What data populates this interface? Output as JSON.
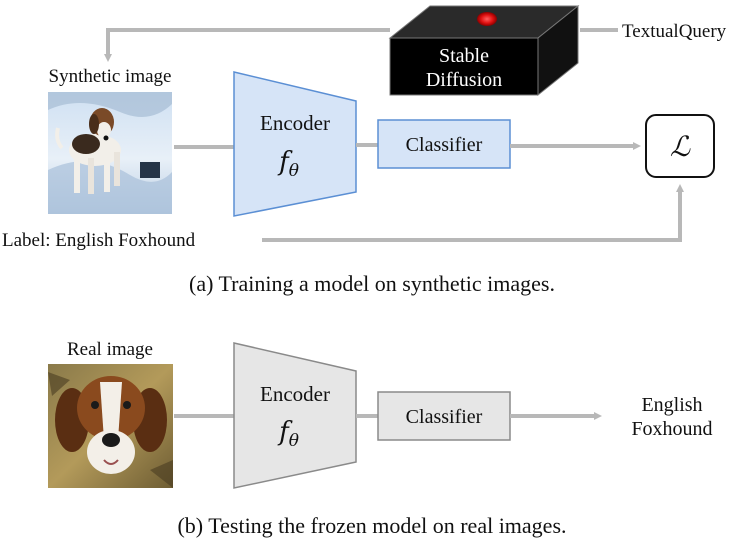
{
  "panel_a": {
    "query_label": "TextualQuery",
    "generator_line1": "Stable",
    "generator_line2": "Diffusion",
    "synthetic_image_label": "Synthetic image",
    "encoder_label": "Encoder",
    "encoder_symbol": "f",
    "encoder_subscript": "θ",
    "classifier_label": "Classifier",
    "loss_symbol": "ℒ",
    "label_text": "Label: English Foxhound",
    "caption": "(a) Training a model on synthetic images.",
    "encoder_color": "#d6e4f7",
    "encoder_border": "#5b8fd4"
  },
  "panel_b": {
    "real_image_label": "Real image",
    "encoder_label": "Encoder",
    "encoder_symbol": "f",
    "encoder_subscript": "θ",
    "classifier_label": "Classifier",
    "output_line1": "English",
    "output_line2": "Foxhound",
    "caption": "(b) Testing the frozen model on real images.",
    "encoder_color": "#e6e6e6",
    "encoder_border": "#8a8a8a"
  },
  "arrow_color": "#b8b8b8",
  "generator_indicator_color": "#e01010"
}
